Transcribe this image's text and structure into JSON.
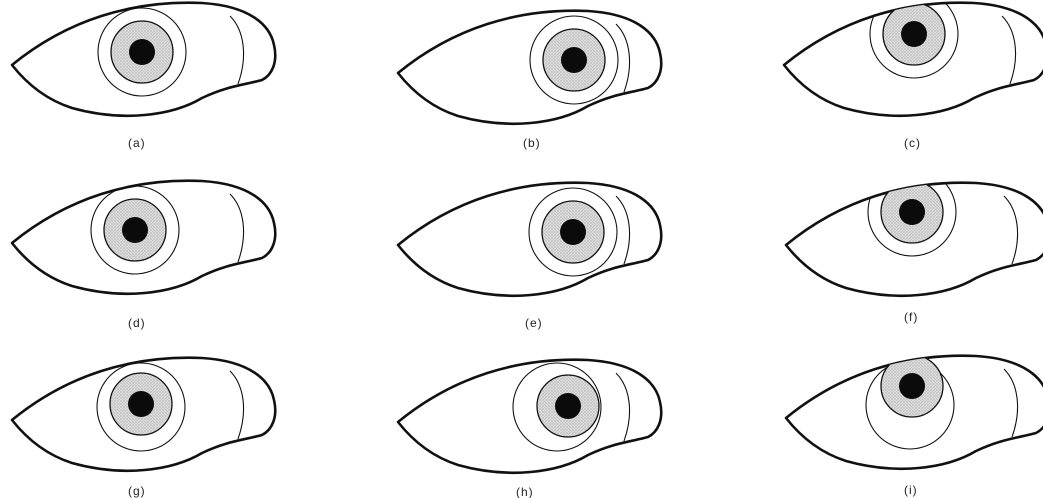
{
  "figure": {
    "panels": [
      {
        "id": "a",
        "caption": "(a)"
      },
      {
        "id": "b",
        "caption": "(b)"
      },
      {
        "id": "c",
        "caption": "(c)"
      },
      {
        "id": "d",
        "caption": "(d)"
      },
      {
        "id": "e",
        "caption": "(e)"
      },
      {
        "id": "f",
        "caption": "(f)"
      },
      {
        "id": "g",
        "caption": "(g)"
      },
      {
        "id": "h",
        "caption": "(h)"
      },
      {
        "id": "i",
        "caption": "(i)"
      }
    ]
  }
}
